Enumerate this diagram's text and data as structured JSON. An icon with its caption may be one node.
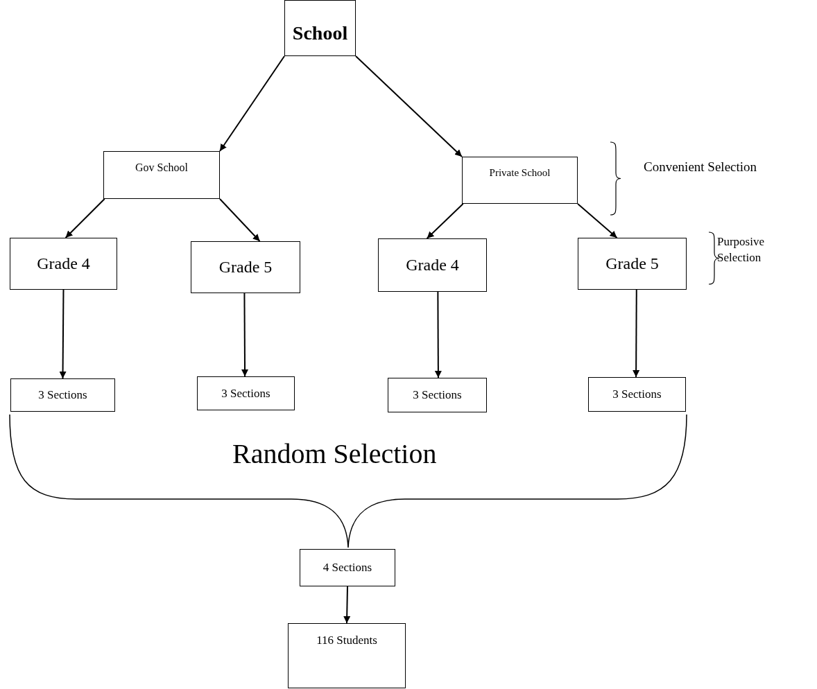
{
  "diagram": {
    "nodes": [
      {
        "text": [
          "School"
        ]
      },
      {
        "text": [
          "Gov School"
        ]
      },
      {
        "text": [
          "Private School"
        ]
      },
      {
        "text": [
          "Grade 4"
        ]
      },
      {
        "text": [
          "Grade 5"
        ]
      },
      {
        "text": [
          "Grade 4"
        ]
      },
      {
        "text": [
          "Grade 5"
        ]
      },
      {
        "text": [
          "3 Sections"
        ]
      },
      {
        "text": [
          "3 Sections"
        ]
      },
      {
        "text": [
          "3 Sections"
        ]
      },
      {
        "text": [
          "3 Sections"
        ]
      },
      {
        "text": [
          "4 Sections"
        ]
      },
      {
        "text": [
          "116 Students"
        ]
      }
    ],
    "edges": [
      {
        "from": 0,
        "to": 1,
        "arrow": "to"
      },
      {
        "from": 0,
        "to": 2,
        "arrow": "to"
      },
      {
        "from": 1,
        "to": 3,
        "arrow": "to"
      },
      {
        "from": 1,
        "to": 4,
        "arrow": "to"
      },
      {
        "from": 2,
        "to": 5,
        "arrow": "to"
      },
      {
        "from": 2,
        "to": 6,
        "arrow": "to"
      },
      {
        "from": 3,
        "to": 7,
        "arrow": "to"
      },
      {
        "from": 4,
        "to": 8,
        "arrow": "to"
      },
      {
        "from": 5,
        "to": 9,
        "arrow": "to"
      },
      {
        "from": 6,
        "to": 10,
        "arrow": "to"
      },
      {
        "from": 11,
        "to": 12,
        "arrow": "to"
      }
    ],
    "labels": [
      "Convenient Selection",
      "Purposive Selection",
      "Random Selection"
    ]
  }
}
